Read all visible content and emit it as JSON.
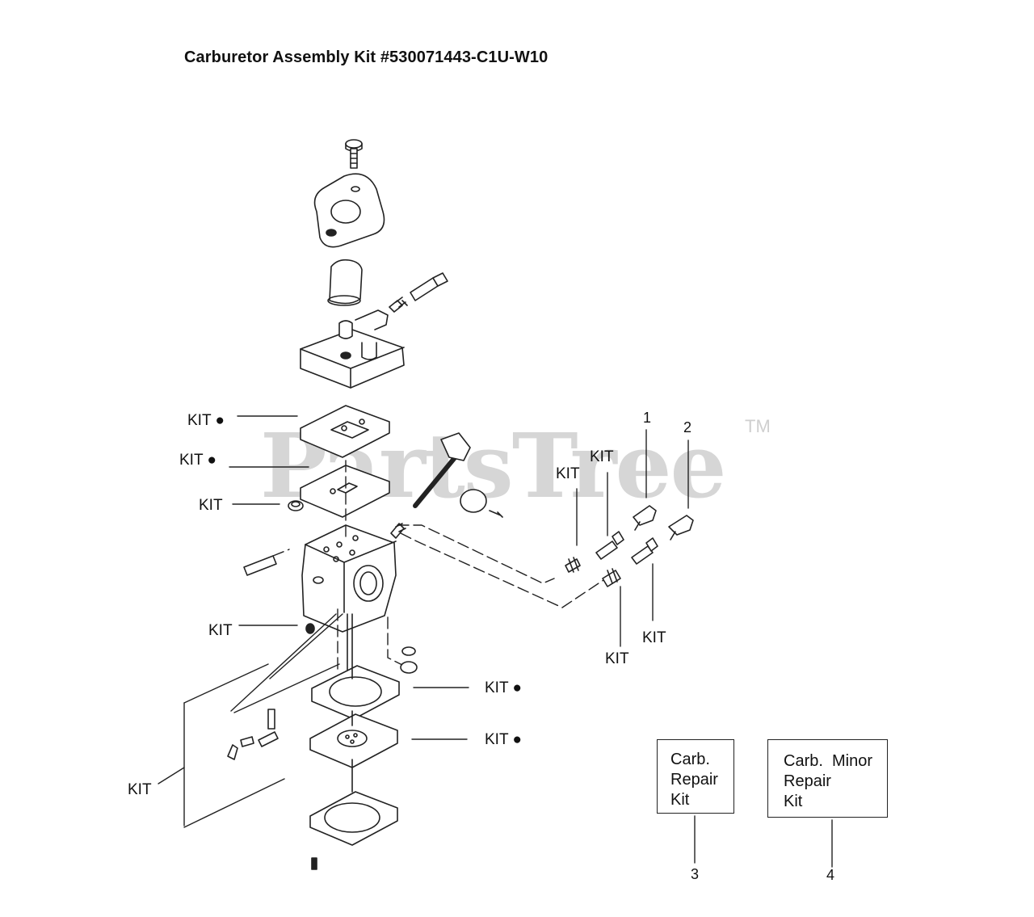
{
  "title": "Carburetor Assembly Kit #530071443-C1U-W10",
  "watermark": {
    "text": "PartsTree",
    "trademark": "TM"
  },
  "labels": {
    "kit_dot_1": "KIT ●",
    "kit_dot_2": "KIT ●",
    "kit_1": "KIT",
    "kit_2": "KIT",
    "kit_3": "KIT",
    "kit_4": "KIT",
    "kit_5": "KIT",
    "kit_6": "KIT",
    "kit_7": "KIT",
    "kit_dot_3": "KIT ●",
    "kit_dot_4": "KIT ●"
  },
  "callouts": {
    "n1": "1",
    "n2": "2",
    "n3": "3",
    "n4": "4"
  },
  "boxes": {
    "repair_kit": [
      "Carb.",
      "Repair",
      "Kit"
    ],
    "minor_repair_kit": [
      "Carb.  Minor",
      "Repair",
      "Kit"
    ]
  },
  "colors": {
    "line": "#222222",
    "watermark": "#cfcfcf"
  }
}
